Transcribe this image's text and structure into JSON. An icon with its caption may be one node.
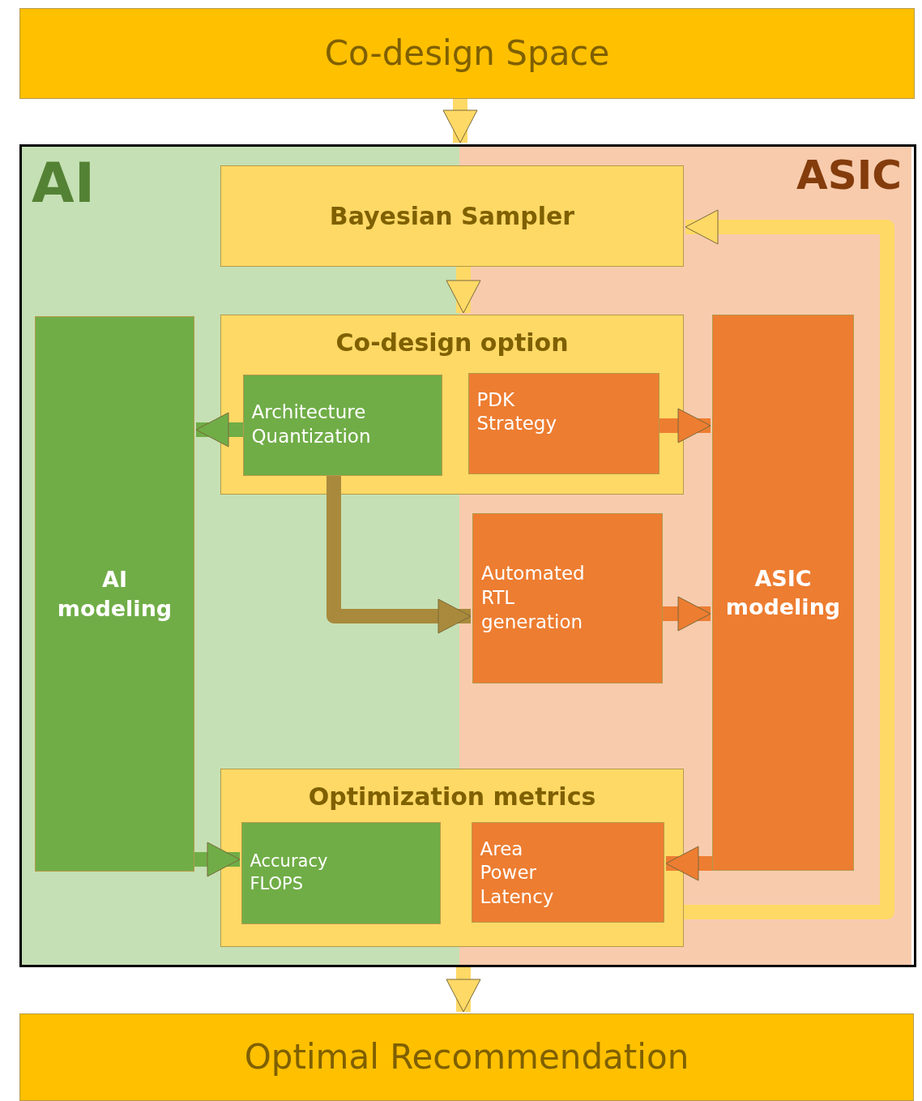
{
  "diagram": {
    "nodes": [
      {
        "text": [
          "Co-design Space"
        ]
      },
      {
        "text": [],
        "shape": "box"
      },
      {
        "text": [
          "Bayesian Sampler"
        ],
        "in": 1
      },
      {
        "text": [
          "Co-design option"
        ],
        "in": 1
      },
      {
        "text": [
          "Architecture Quantization"
        ],
        "in": 3
      },
      {
        "text": [
          "PDK Strategy"
        ],
        "in": 3
      },
      {
        "text": [
          "AI modeling"
        ],
        "in": 1
      },
      {
        "text": [
          "Automated RTL generation"
        ],
        "in": 1
      },
      {
        "text": [
          "ASIC modeling"
        ],
        "in": 1
      },
      {
        "text": [
          "Optimization metrics"
        ],
        "in": 1
      },
      {
        "text": [
          "Accuracy FLOPS"
        ],
        "in": 9
      },
      {
        "text": [
          "Area Power Latency"
        ],
        "in": 9
      },
      {
        "text": [
          "Optimal Recommendation"
        ]
      }
    ],
    "edges": [
      {
        "from": 0,
        "to": 1,
        "arrow": "to"
      },
      {
        "from": 2,
        "to": 3,
        "arrow": "to"
      },
      {
        "from": 4,
        "to": 6,
        "arrow": "to",
        "color": "#70ad47"
      },
      {
        "from": 5,
        "to": 8,
        "arrow": "to",
        "color": "#ed7d31"
      },
      {
        "from": 4,
        "to": 7,
        "arrow": "to",
        "color": "#a98a3c"
      },
      {
        "from": 7,
        "to": 8,
        "arrow": "to",
        "color": "#ed7d31"
      },
      {
        "from": 6,
        "to": 10,
        "arrow": "to",
        "color": "#70ad47"
      },
      {
        "from": 8,
        "to": 11,
        "arrow": "to",
        "color": "#ed7d31"
      },
      {
        "from": 9,
        "to": 2,
        "arrow": "to"
      },
      {
        "from": 1,
        "to": 12,
        "arrow": "to"
      }
    ],
    "labels": [
      "AI",
      "ASIC"
    ]
  }
}
